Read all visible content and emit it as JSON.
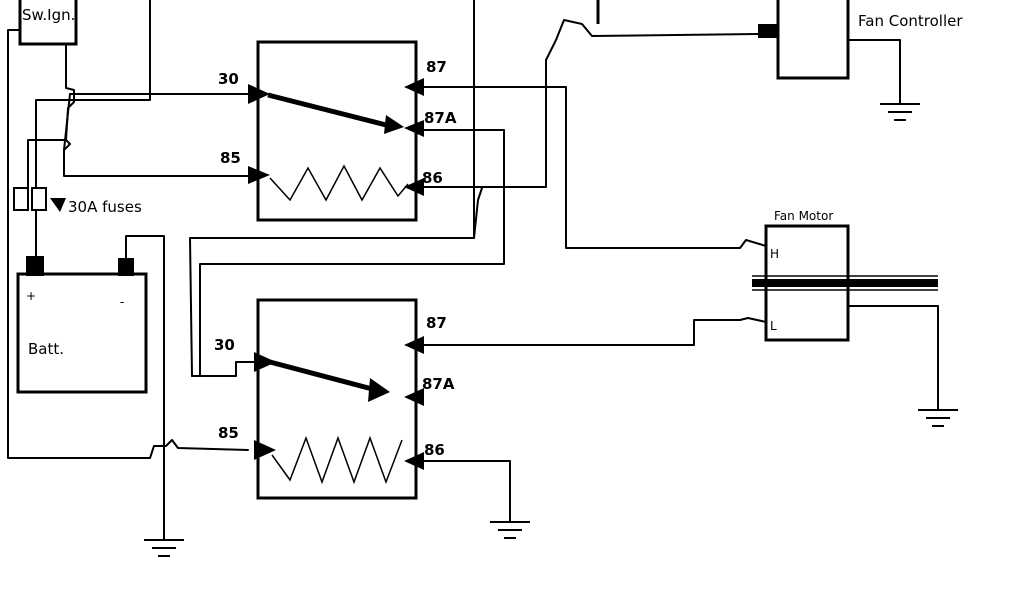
{
  "labels": {
    "ignition": "Sw.Ign.",
    "fan_controller": "Fan Controller",
    "fan_motor": "Fan Motor",
    "motor_high": "H",
    "motor_low": "L",
    "fuses": "30A fuses",
    "battery": "Batt.",
    "battery_pos": "+",
    "battery_neg": "-"
  },
  "relay_top": {
    "pin30": "30",
    "pin85": "85",
    "pin87": "87",
    "pin87a": "87A",
    "pin86": "86"
  },
  "relay_bottom": {
    "pin30": "30",
    "pin85": "85",
    "pin87": "87",
    "pin87a": "87A",
    "pin86": "86"
  }
}
